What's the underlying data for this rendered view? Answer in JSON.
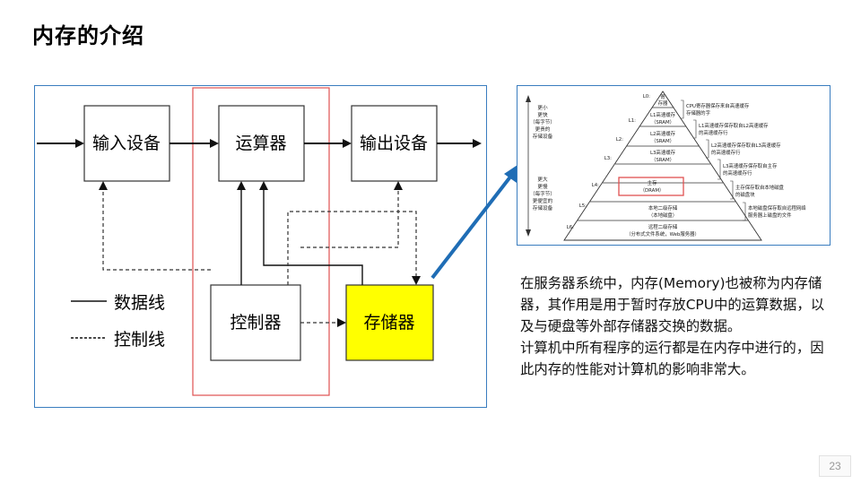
{
  "slide": {
    "title": "内存的介绍",
    "page_number": "23"
  },
  "architecture": {
    "input_device": "输入设备",
    "alu": "运算器",
    "output_device": "输出设备",
    "controller": "控制器",
    "memory": "存储器",
    "legend_data_line": "数据线",
    "legend_control_line": "控制线",
    "memory_color": "#ffff00",
    "highlight_color": "#e05050"
  },
  "pyramid": {
    "levels": [
      {
        "id": "L0:",
        "label": [
          "寄",
          "存器"
        ]
      },
      {
        "id": "L1:",
        "label": [
          "L1高速缓存",
          "（SRAM）"
        ]
      },
      {
        "id": "L2:",
        "label": [
          "L2高速缓存",
          "（SRAM）"
        ]
      },
      {
        "id": "L3:",
        "label": [
          "L3高速缓存",
          "（SRAM）"
        ]
      },
      {
        "id": "L4:",
        "label": [
          "主存",
          "（DRAM）"
        ]
      },
      {
        "id": "L5:",
        "label": [
          "本地二级存储",
          "（本地磁盘）"
        ]
      },
      {
        "id": "L6:",
        "label": [
          "远程二级存储",
          "（分布式文件系统，Web服务器）"
        ]
      }
    ],
    "notes": [
      [
        "CPU寄存器保存来自高速缓存",
        "存储器的字"
      ],
      [
        "L1高速缓存保存取自L2高速缓存",
        "的高速缓存行"
      ],
      [
        "L2高速缓存保存取自L3高速缓存",
        "的高速缓存行"
      ],
      [
        "L3高速缓存保存取自主存",
        "的高速缓存行"
      ],
      [
        "主存保存取自本地磁盘",
        "的磁盘块"
      ],
      [
        "本地磁盘保存取自远程网络",
        "服务器上磁盘的文件"
      ]
    ],
    "axis_top": [
      "更小",
      "更快",
      "（每字节）",
      "更贵的",
      "存储设备"
    ],
    "axis_bottom": [
      "更大",
      "更慢",
      "（每字节）",
      "更便宜的",
      "存储设备"
    ]
  },
  "description": {
    "para1": "在服务器系统中，内存(Memory)也被称为内存储器，其作用是用于暂时存放CPU中的运算数据，以及与硬盘等外部存储器交换的数据。",
    "para2": "计算机中所有程序的运行都是在内存中进行的，因此内存的性能对计算机的影响非常大。"
  },
  "colors": {
    "panel_border": "#3a7dbf",
    "arrow": "#1f6db5"
  }
}
